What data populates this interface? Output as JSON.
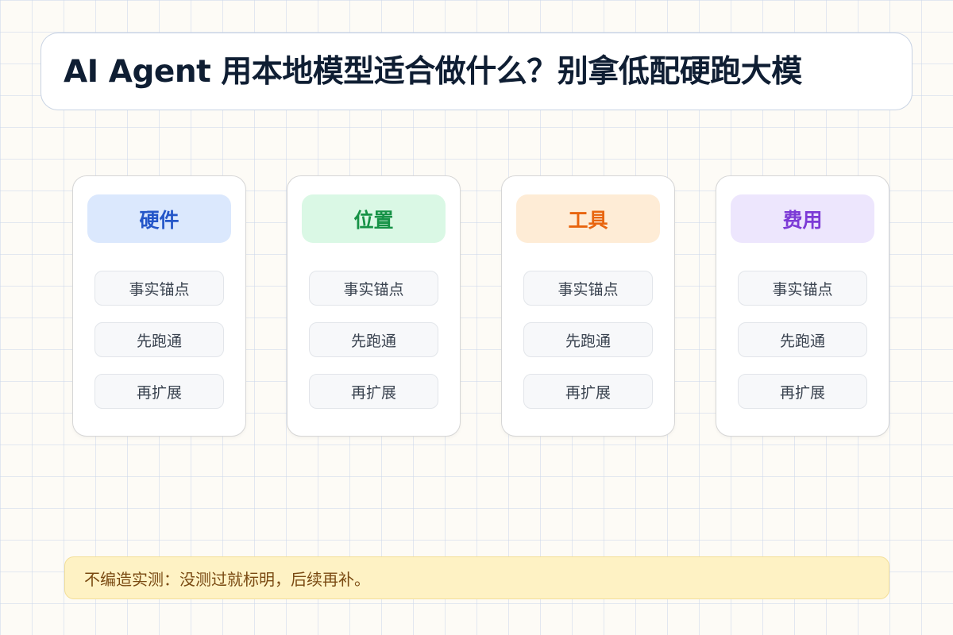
{
  "title": "AI Agent 用本地模型适合做什么？别拿低配硬跑大模",
  "cards": [
    {
      "header": "硬件",
      "header_color": "#2456c8",
      "header_bg": "#dbe8fd",
      "items": [
        "事实锚点",
        "先跑通",
        "再扩展"
      ]
    },
    {
      "header": "位置",
      "header_color": "#169246",
      "header_bg": "#daf8e5",
      "items": [
        "事实锚点",
        "先跑通",
        "再扩展"
      ]
    },
    {
      "header": "工具",
      "header_color": "#e8650f",
      "header_bg": "#feecd6",
      "items": [
        "事实锚点",
        "先跑通",
        "再扩展"
      ]
    },
    {
      "header": "费用",
      "header_color": "#7c3ad6",
      "header_bg": "#ede6fd",
      "items": [
        "事实锚点",
        "先跑通",
        "再扩展"
      ]
    }
  ],
  "note": "不编造实测：没测过就标明，后续再补。"
}
